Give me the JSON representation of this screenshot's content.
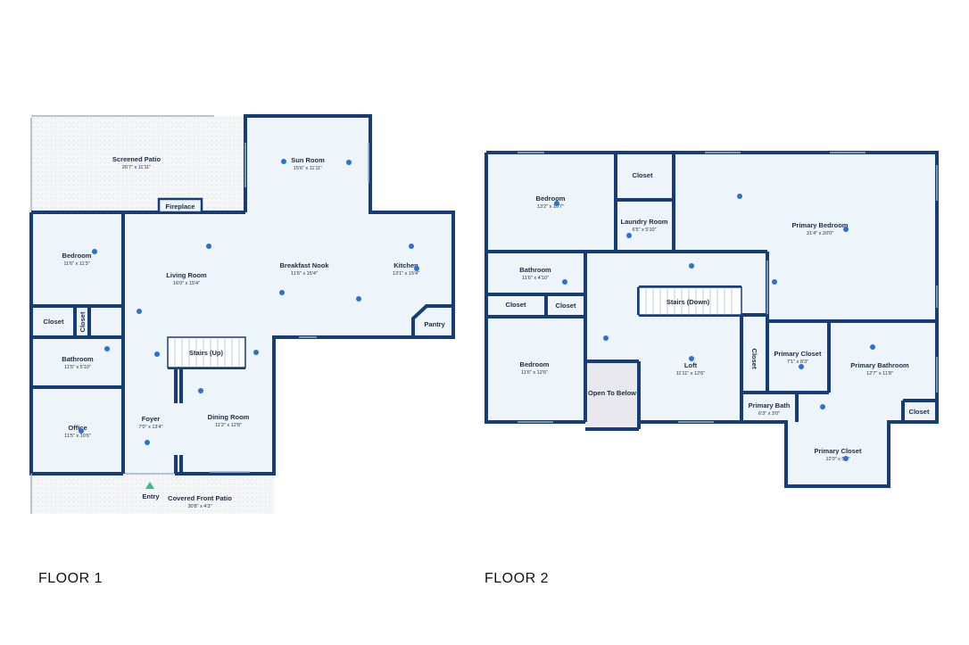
{
  "floors": [
    {
      "label": "FLOOR 1",
      "rooms": [
        {
          "name": "Screened Patio",
          "dims": "26'7\" x 11'11\""
        },
        {
          "name": "Sun Room",
          "dims": "15'6\" x 11'11\""
        },
        {
          "name": "Fireplace",
          "dims": ""
        },
        {
          "name": "Bedroom",
          "dims": "11'6\" x 11'3\""
        },
        {
          "name": "Living Room",
          "dims": "16'0\" x 15'4\""
        },
        {
          "name": "Breakfast Nook",
          "dims": "11'6\" x 15'4\""
        },
        {
          "name": "Kitchen",
          "dims": "13'1\" x 15'4\""
        },
        {
          "name": "Closet",
          "dims": ""
        },
        {
          "name": "Closet",
          "dims": ""
        },
        {
          "name": "Pantry",
          "dims": ""
        },
        {
          "name": "Bathroom",
          "dims": "11'5\" x 5'10\""
        },
        {
          "name": "Stairs (Up)",
          "dims": ""
        },
        {
          "name": "Office",
          "dims": "11'5\" x 10'6\""
        },
        {
          "name": "Foyer",
          "dims": "7'0\" x 13'4\""
        },
        {
          "name": "Dining Room",
          "dims": "11'2\" x 12'8\""
        },
        {
          "name": "Entry",
          "dims": ""
        },
        {
          "name": "Covered Front Patio",
          "dims": "30'8\" x 4'3\""
        }
      ]
    },
    {
      "label": "FLOOR 2",
      "rooms": [
        {
          "name": "Bedroom",
          "dims": "13'2\" x 10'7\""
        },
        {
          "name": "Closet",
          "dims": ""
        },
        {
          "name": "Laundry Room",
          "dims": "6'5\" x 5'10\""
        },
        {
          "name": "Primary Bedroom",
          "dims": "31'4\" x 20'0\""
        },
        {
          "name": "Bathroom",
          "dims": "11'6\" x 4'10\""
        },
        {
          "name": "Closet",
          "dims": ""
        },
        {
          "name": "Closet",
          "dims": ""
        },
        {
          "name": "Stairs (Down)",
          "dims": ""
        },
        {
          "name": "Bedroom",
          "dims": "11'6\" x 12'6\""
        },
        {
          "name": "Open To Below",
          "dims": ""
        },
        {
          "name": "Loft",
          "dims": "11'11\" x 12'6\""
        },
        {
          "name": "Closet",
          "dims": ""
        },
        {
          "name": "Primary Closet",
          "dims": "7'1\" x 8'3\""
        },
        {
          "name": "Primary Bathroom",
          "dims": "12'7\" x 11'8\""
        },
        {
          "name": "Primary Bath",
          "dims": "6'3\" x 3'0\""
        },
        {
          "name": "Closet",
          "dims": ""
        },
        {
          "name": "Primary Closet",
          "dims": "12'0\" x 5'9\""
        }
      ]
    }
  ],
  "colors": {
    "wall": "#163d7a",
    "floor": "#eef5fa",
    "patio": "#f2f5f7",
    "open_to_below": "#e8e8ee",
    "marker": "#2d6fd6",
    "entry_marker": "#2fbf8f"
  }
}
